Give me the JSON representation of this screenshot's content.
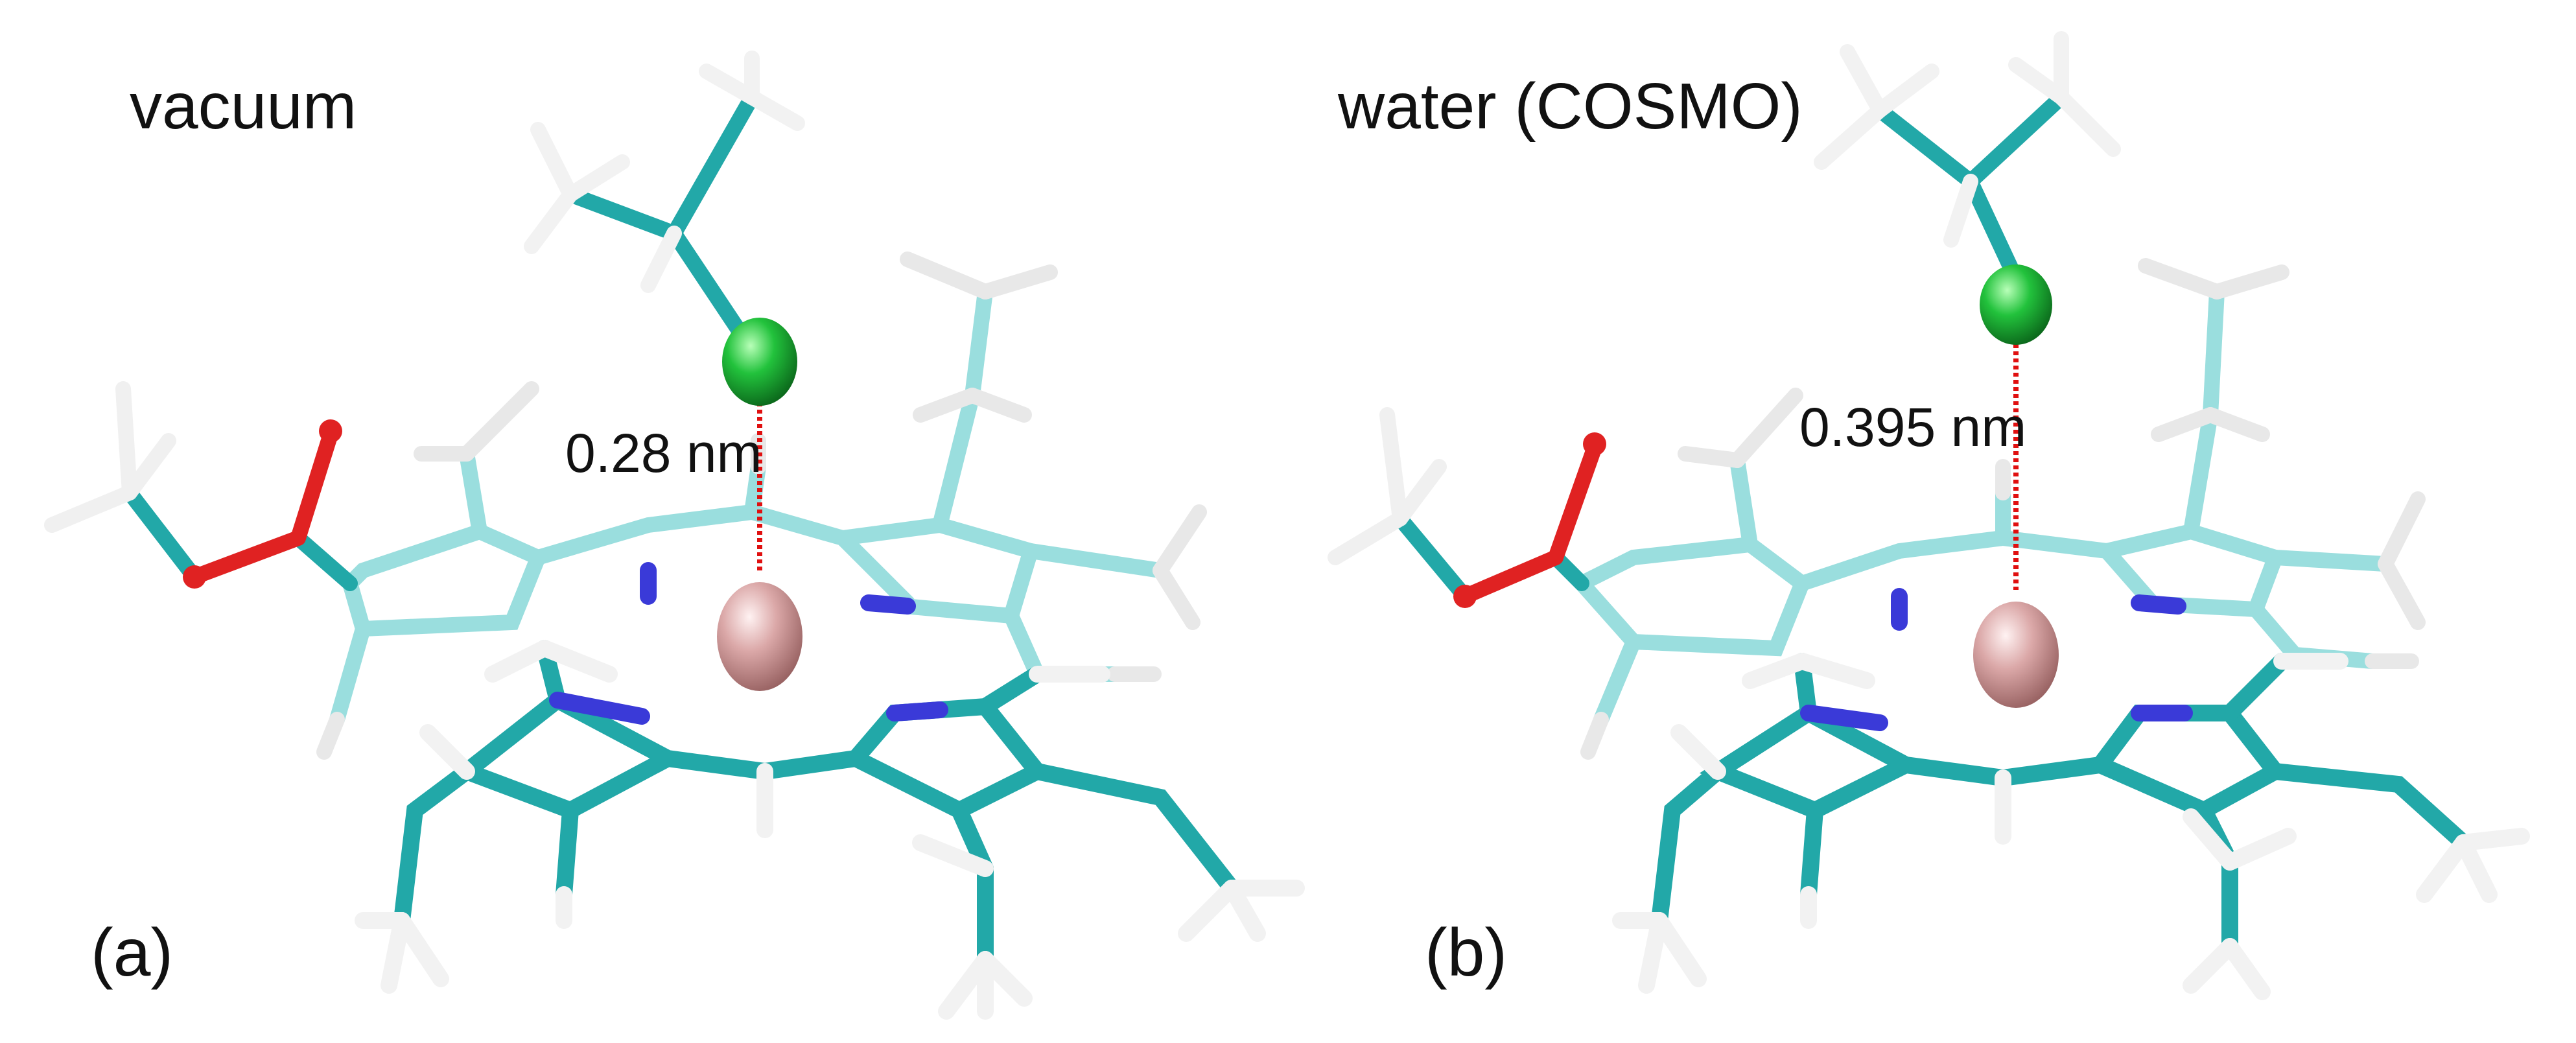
{
  "panels": [
    {
      "id": "a",
      "panel_label": "(a)",
      "condition_label": "vacuum",
      "distance_label": "0.28 nm",
      "distance_nm": 0.28
    },
    {
      "id": "b",
      "panel_label": "(b)",
      "condition_label": "water (COSMO)",
      "distance_label": "0.395 nm",
      "distance_nm": 0.395
    }
  ],
  "colors": {
    "carbon": "#22a8a8",
    "carbon_faded": "#9adede",
    "hydrogen": "#f2f2f2",
    "nitrogen": "#3a3ad8",
    "oxygen": "#e02222",
    "chlorine": "#1fb83a",
    "metal": "#d9a3a3",
    "distance_line": "#e01010"
  }
}
